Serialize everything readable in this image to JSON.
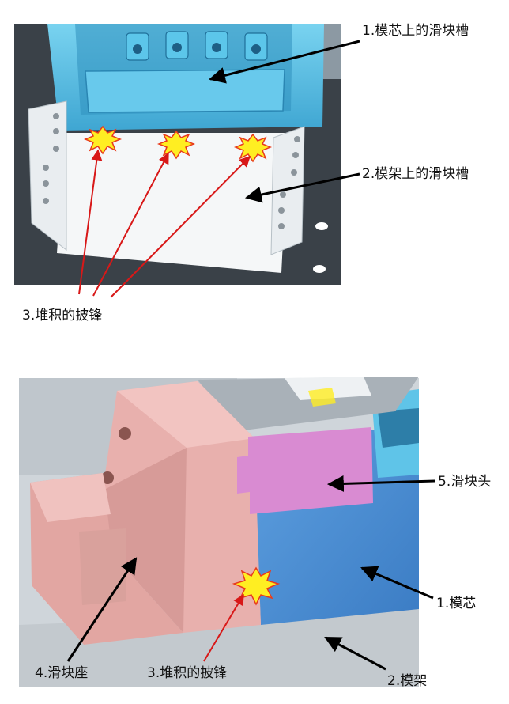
{
  "top_panel": {
    "labels": {
      "slider_slot_core": "1.模芯上的滑块槽",
      "slider_slot_frame": "2.模架上的滑块槽",
      "flash_buildup": "3.堆积的披锋"
    }
  },
  "bottom_panel": {
    "labels": {
      "slider_head": "5.滑块头",
      "mold_core": "1.模芯",
      "slider_seat": "4.滑块座",
      "flash_buildup": "3.堆积的披锋",
      "mold_frame": "2.模架"
    }
  },
  "colors": {
    "steel_blue": "#5fc4e8",
    "steel_blue_dark": "#2d7ea8",
    "grey_plate": "#c9cfd4",
    "dark_plate": "#3a4148",
    "white_slot": "#f5f7f8",
    "pink_seat": "#e8b0ad",
    "pink_seat_dark": "#c98b87",
    "magenta_head": "#d98bd2",
    "core_blue": "#4f8fd6",
    "flash_yellow": "#ffee22",
    "flash_red": "#e83a1c",
    "arrow_black": "#000000",
    "arrow_red": "#d81818"
  }
}
